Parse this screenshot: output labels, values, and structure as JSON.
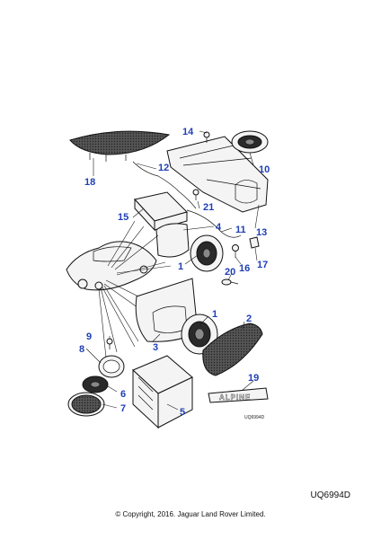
{
  "diagram": {
    "inner_code": "UQ6994D",
    "badge_text": "ALPINE",
    "callouts": [
      "14",
      "10",
      "12",
      "18",
      "21",
      "11",
      "15",
      "4",
      "13",
      "16",
      "17",
      "1",
      "20",
      "2",
      "1",
      "9",
      "3",
      "8",
      "6",
      "19",
      "7",
      "5"
    ]
  },
  "footer": {
    "ref_code": "UQ6994D",
    "copyright": "© Copyright, 2016. Jaguar Land Rover Limited."
  }
}
